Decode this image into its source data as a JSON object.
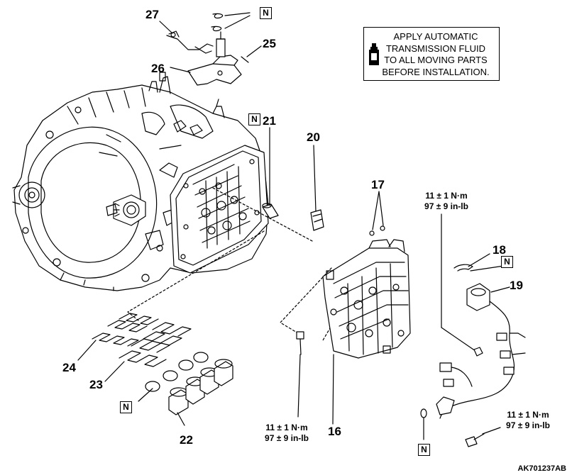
{
  "note": {
    "lines": [
      "APPLY AUTOMATIC",
      "TRANSMISSION FLUID",
      "TO ALL MOVING PARTS",
      "BEFORE INSTALLATION."
    ],
    "icon": "fluid-bottle-icon"
  },
  "labels": {
    "p16": "16",
    "p17": "17",
    "p18": "18",
    "p19": "19",
    "p20": "20",
    "p21": "21",
    "p22": "22",
    "p23": "23",
    "p24": "24",
    "p25": "25",
    "p26": "26",
    "p27": "27"
  },
  "new_part_mark": "N",
  "torque": {
    "nm": "11 ± 1 N·m",
    "inlb": "97 ± 9 in-lb"
  },
  "figure_code": "AK701237AB"
}
